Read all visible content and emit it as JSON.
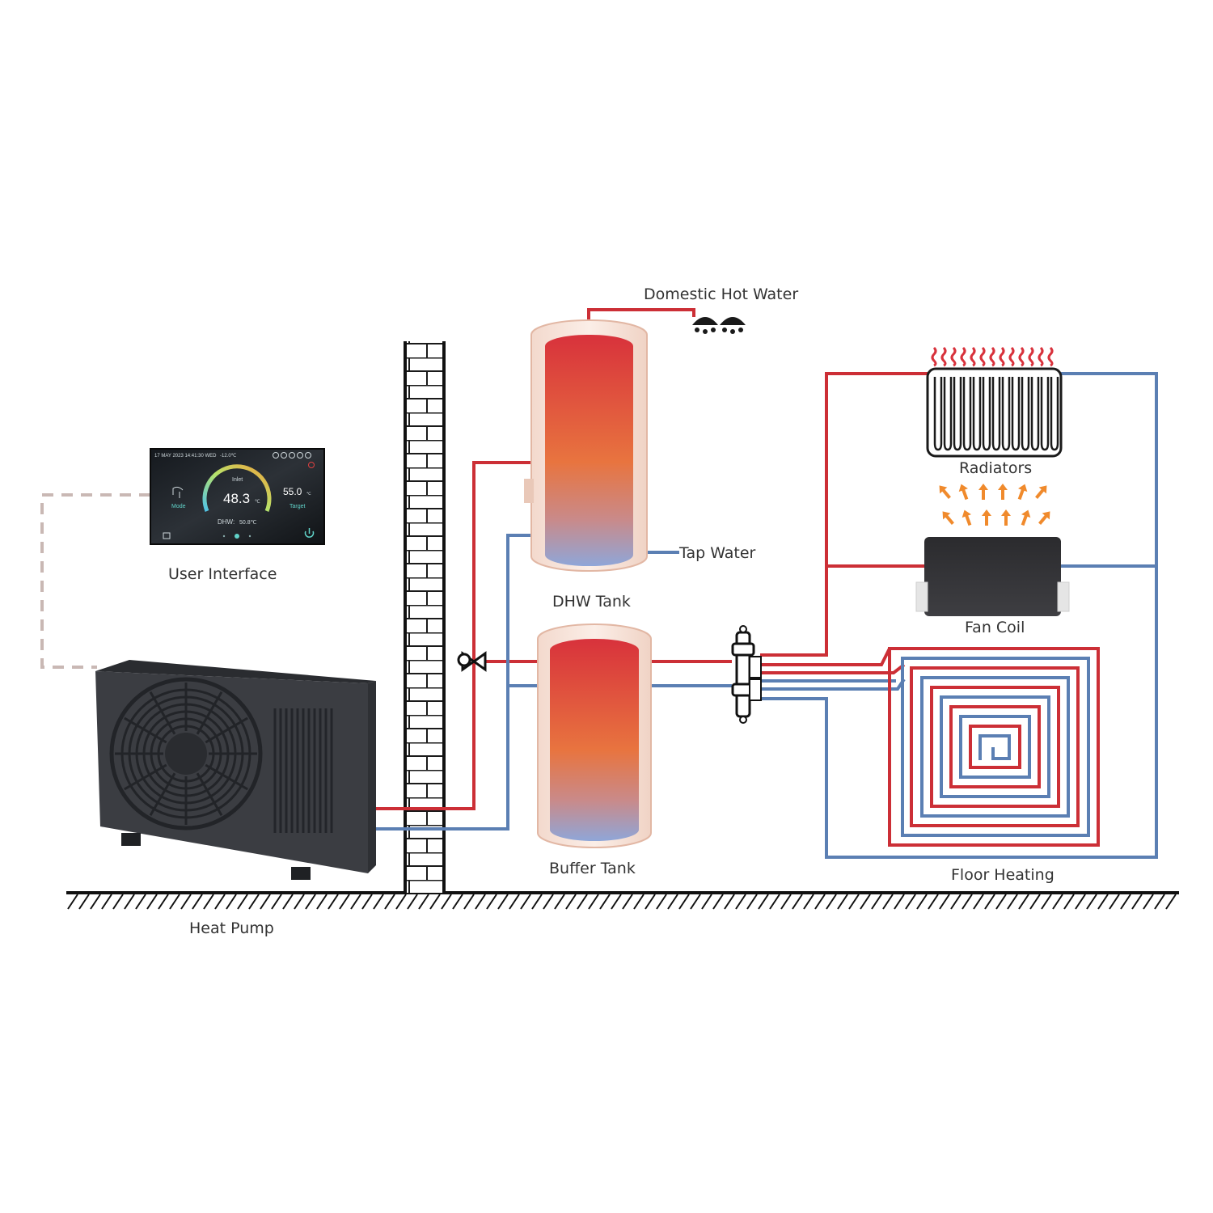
{
  "labels": {
    "domestic_hot_water": "Domestic Hot Water",
    "radiators": "Radiators",
    "user_interface": "User Interface",
    "tap_water": "Tap Water",
    "dhw_tank": "DHW Tank",
    "fan_coil": "Fan Coil",
    "buffer_tank": "Buffer Tank",
    "floor_heating": "Floor Heating",
    "heat_pump": "Heat Pump"
  },
  "controller": {
    "status_bar": "17 MAY 2023 14:41:30 WED",
    "outdoor_temp": "-12.0℃",
    "inlet_label": "Inlet",
    "inlet_value": "48.3",
    "unit": "℃",
    "target_value": "55.0",
    "target_label": "Target",
    "mode_label": "Mode",
    "dhw_label": "DHW:",
    "dhw_value": "50.8℃"
  },
  "colors": {
    "hot_pipe": "#cc2f36",
    "cold_pipe": "#5b7fb3",
    "control_cable": "#c9b8b4",
    "unit_body": "#3b3d42"
  }
}
